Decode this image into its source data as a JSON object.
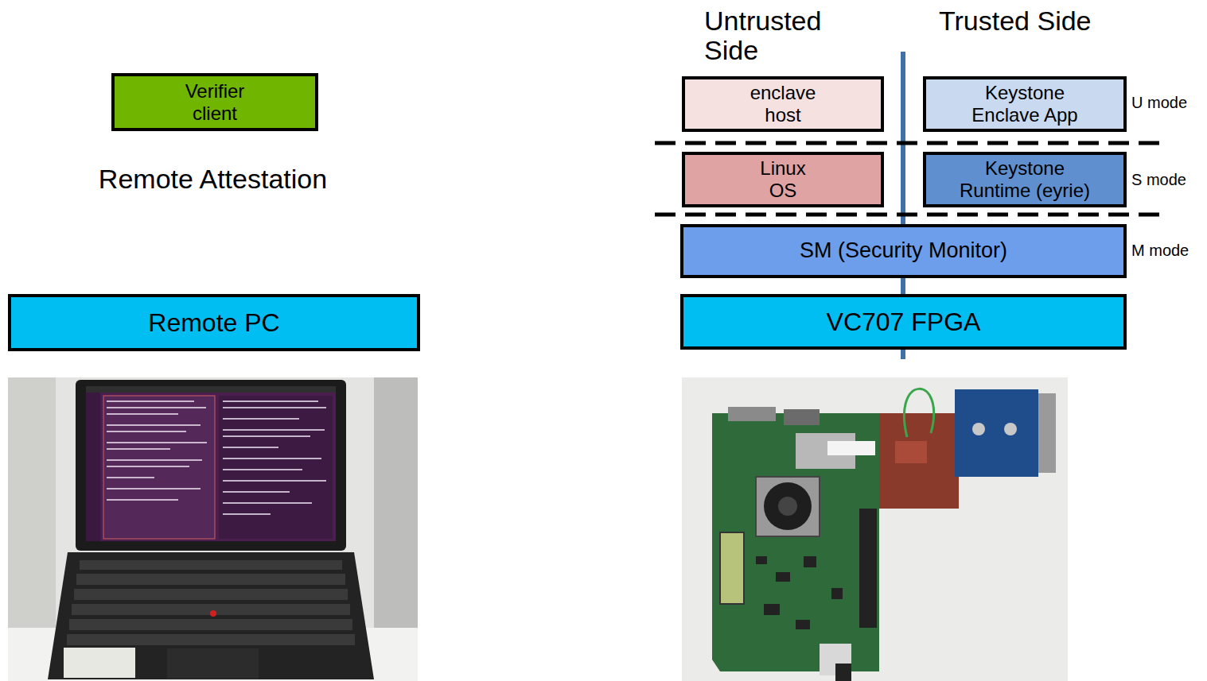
{
  "diagram": {
    "nodes": [
      {
        "text": [
          "Verifier client"
        ]
      },
      {
        "text": [
          "Remote PC"
        ]
      },
      {
        "text": [
          "enclave host"
        ]
      },
      {
        "text": [
          "Keystone Enclave App"
        ]
      },
      {
        "text": [
          "Linux OS"
        ]
      },
      {
        "text": [
          "Keystone Runtime (eyrie)"
        ]
      },
      {
        "text": [
          "SM (Security Monitor)"
        ]
      },
      {
        "text": [
          "VC707 FPGA"
        ]
      }
    ],
    "labels": [
      "Remote Attestation",
      "Untrusted Side",
      "Trusted Side",
      "U mode",
      "S mode",
      "M mode"
    ]
  }
}
